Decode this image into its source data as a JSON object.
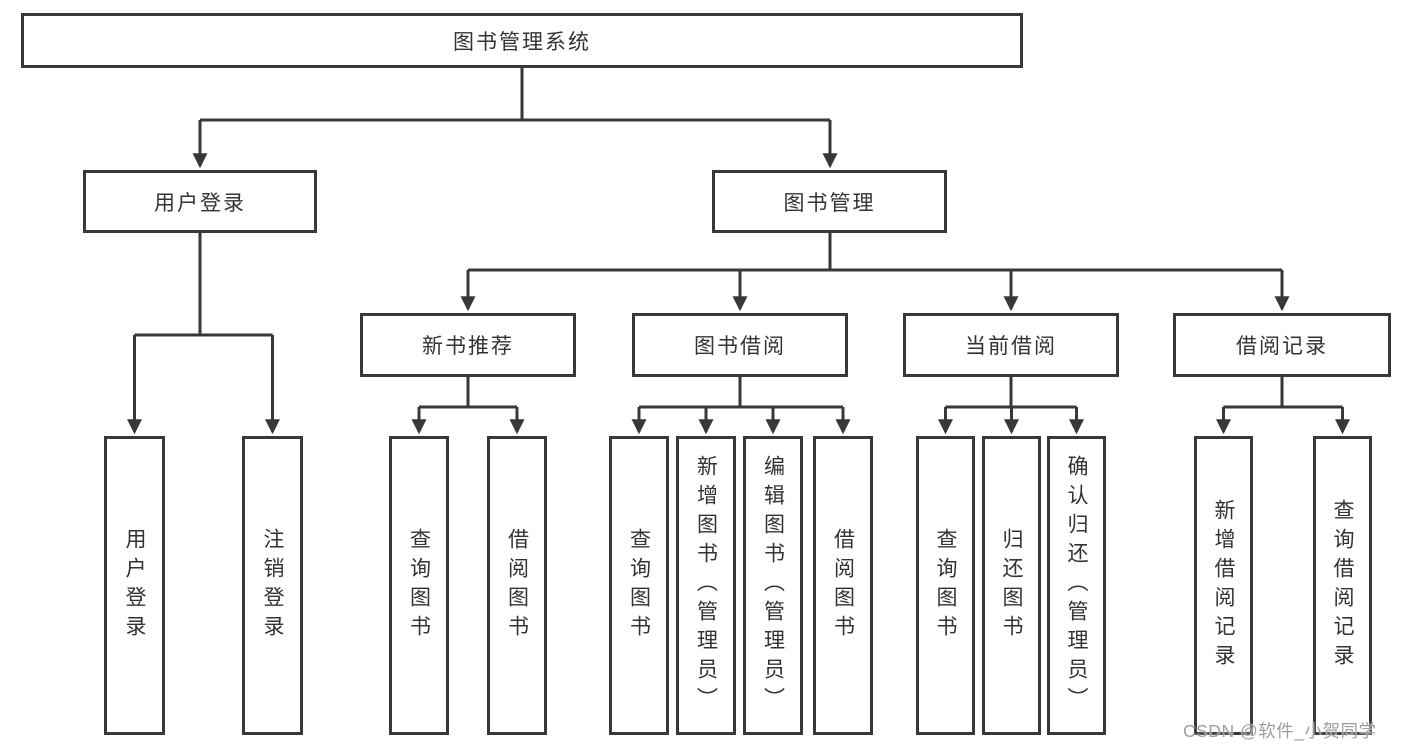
{
  "diagram_type": "org-tree",
  "colors": {
    "line": "#383838",
    "box_border": "#383838",
    "text": "#333333",
    "background": "#ffffff",
    "watermark_text_color": "#9e9e9e"
  },
  "watermark": {
    "text": "CSDN @软件_小贺同学"
  },
  "tree": {
    "label": "图书管理系统",
    "children": [
      {
        "label": "用户登录",
        "children": [
          {
            "label": "用户登录"
          },
          {
            "label": "注销登录"
          }
        ]
      },
      {
        "label": "图书管理",
        "children": [
          {
            "label": "新书推荐",
            "children": [
              {
                "label": "查询图书"
              },
              {
                "label": "借阅图书"
              }
            ]
          },
          {
            "label": "图书借阅",
            "children": [
              {
                "label": "查询图书"
              },
              {
                "label": "新增图书（管理员）"
              },
              {
                "label": "编辑图书（管理员）"
              },
              {
                "label": "借阅图书"
              }
            ]
          },
          {
            "label": "当前借阅",
            "children": [
              {
                "label": "查询图书"
              },
              {
                "label": "归还图书"
              },
              {
                "label": "确认归还（管理员）"
              }
            ]
          },
          {
            "label": "借阅记录",
            "children": [
              {
                "label": "新增借阅记录"
              },
              {
                "label": "查询借阅记录"
              }
            ]
          }
        ]
      }
    ]
  }
}
